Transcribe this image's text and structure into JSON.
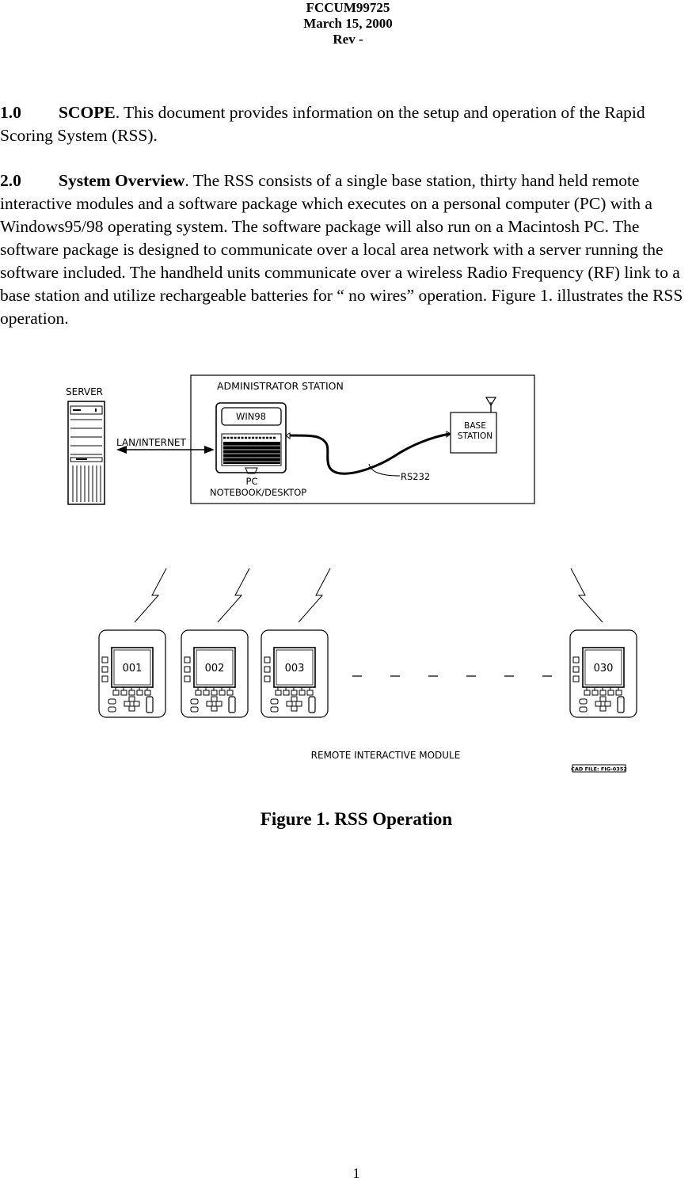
{
  "header": {
    "doc_id": "FCCUM99725",
    "date": "March 15, 2000",
    "rev": "Rev -"
  },
  "sections": [
    {
      "number": "1.0",
      "title": "SCOPE",
      "text": ". This document provides information on the setup and operation of the Rapid Scoring System (RSS)."
    },
    {
      "number": "2.0",
      "title": "System Overview",
      "text": ". The RSS consists of a single base station, thirty hand held remote interactive modules and a software package which executes on a personal computer (PC) with a Windows95/98 operating system. The software package will also run on a Macintosh PC. The software package is designed to communicate over a local area network with a server running the software included. The handheld units communicate over a wireless Radio Frequency (RF) link  to a base station and utilize rechargeable batteries for “ no wires” operation.  Figure 1. illustrates the RSS operation."
    }
  ],
  "figure": {
    "server_label": "SERVER",
    "link_label": "LAN/INTERNET",
    "station_label": "ADMINISTRATOR  STATION",
    "screen_label": "WIN98",
    "pc_label": "PC",
    "notebook_label": "NOTEBOOK/DESKTOP",
    "rs232_label": "RS232",
    "base_label_1": "BASE",
    "base_label_2": "STATION",
    "modules": [
      "001",
      "002",
      "003",
      "030"
    ],
    "module_caption": "REMOTE  INTERACTIVE  MODULE",
    "cad_label": "CAD FILE: FIG-0352"
  },
  "caption": "Figure 1.  RSS Operation",
  "page_number": "1"
}
